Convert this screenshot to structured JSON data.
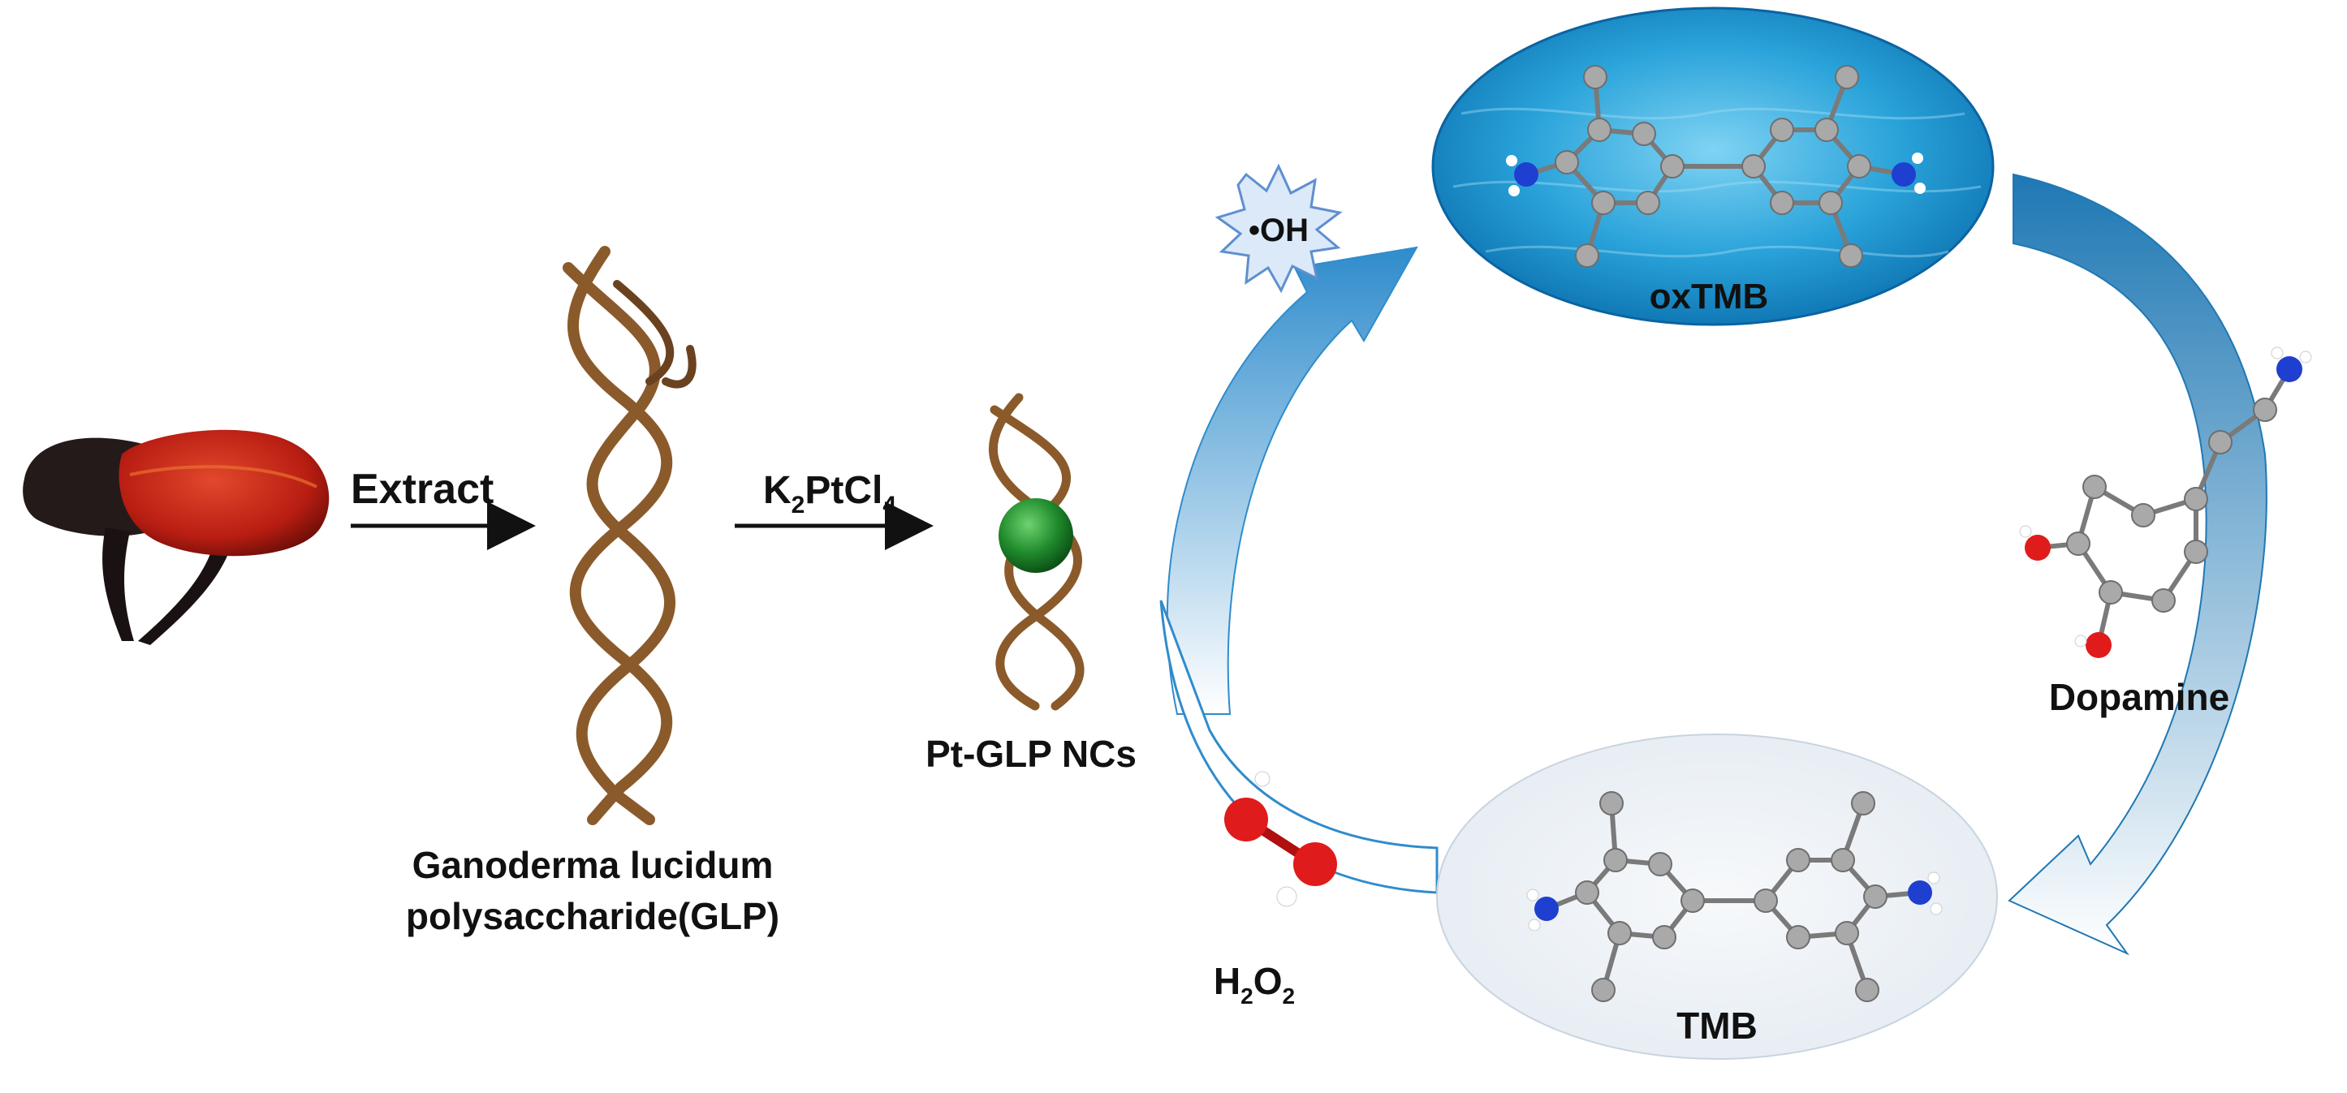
{
  "labels": {
    "extract": "Extract",
    "reagent_base": "K",
    "reagent_sub1": "2",
    "reagent_mid": "PtCl",
    "reagent_sub2": "4",
    "glp_line1": "Ganoderma lucidum",
    "glp_line2": "polysaccharide(GLP)",
    "nanoclusters": "Pt-GLP NCs",
    "radical": "•OH",
    "oxtmb": "oxTMB",
    "dopamine": "Dopamine",
    "tmb": "TMB",
    "peroxide_a": "H",
    "peroxide_sub1": "2",
    "peroxide_b": "O",
    "peroxide_sub2": "2"
  },
  "colors": {
    "mushroom_cap": "#b81d12",
    "mushroom_dark": "#241a1a",
    "helix": "#8b5a2b",
    "pt_core": "#1f8a2c",
    "cycle_blue": "#1f78b4",
    "water_blue": "#2aa3da",
    "tmb_bg": "#eef3f8",
    "carbon": "#a9a9a9",
    "nitrogen": "#1f3fd0",
    "oxygen": "#e01b1b"
  }
}
